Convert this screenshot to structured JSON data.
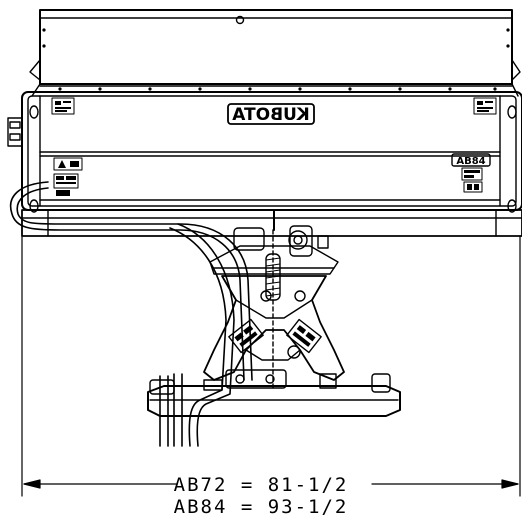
{
  "drawing": {
    "brand_badge": "KUBOTA",
    "model_badge": "AB84",
    "dimensions": [
      {
        "label": "AB72 = 81-1/2"
      },
      {
        "label": "AB84 = 93-1/2"
      }
    ]
  }
}
